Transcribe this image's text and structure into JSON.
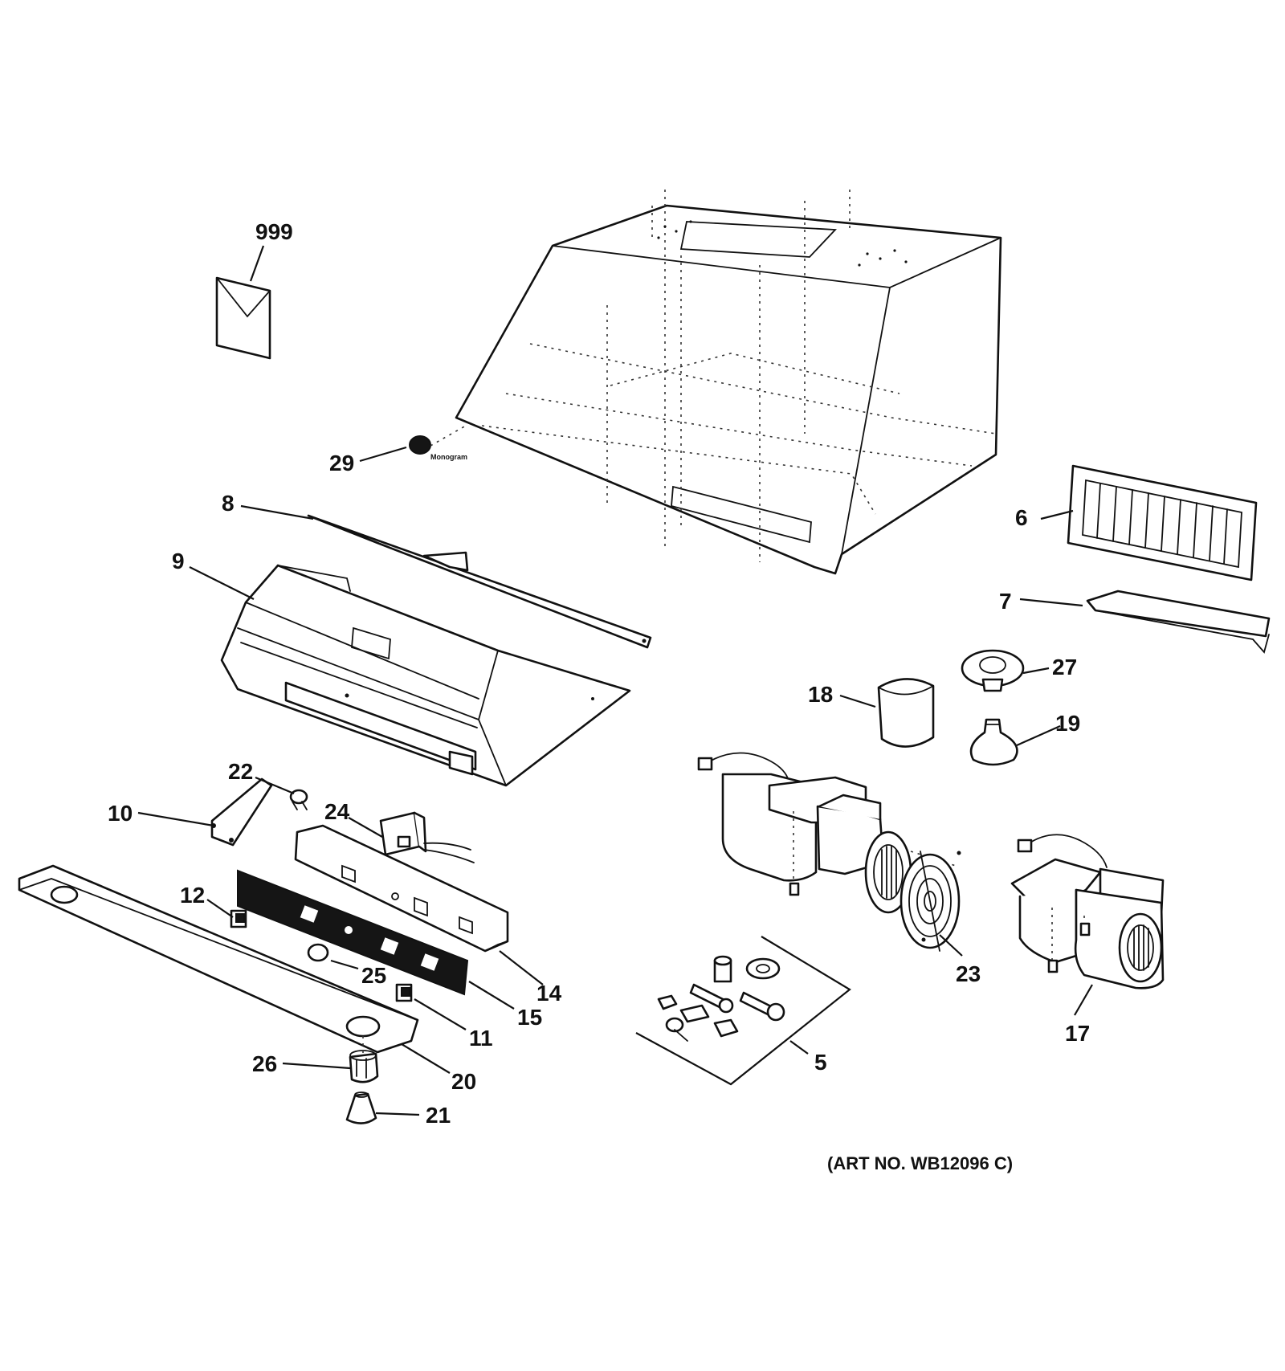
{
  "callouts": {
    "c999": "999",
    "c29": "29",
    "c8": "8",
    "c9": "9",
    "c6": "6",
    "c7": "7",
    "c27": "27",
    "c18": "18",
    "c19": "19",
    "c22": "22",
    "c24": "24",
    "c10": "10",
    "c12": "12",
    "c25": "25",
    "c14": "14",
    "c15": "15",
    "c11": "11",
    "c26": "26",
    "c20": "20",
    "c21": "21",
    "c23": "23",
    "c17": "17",
    "c5": "5"
  },
  "badge_text": "Monogram",
  "art_number": "(ART NO. WB12096 C)"
}
